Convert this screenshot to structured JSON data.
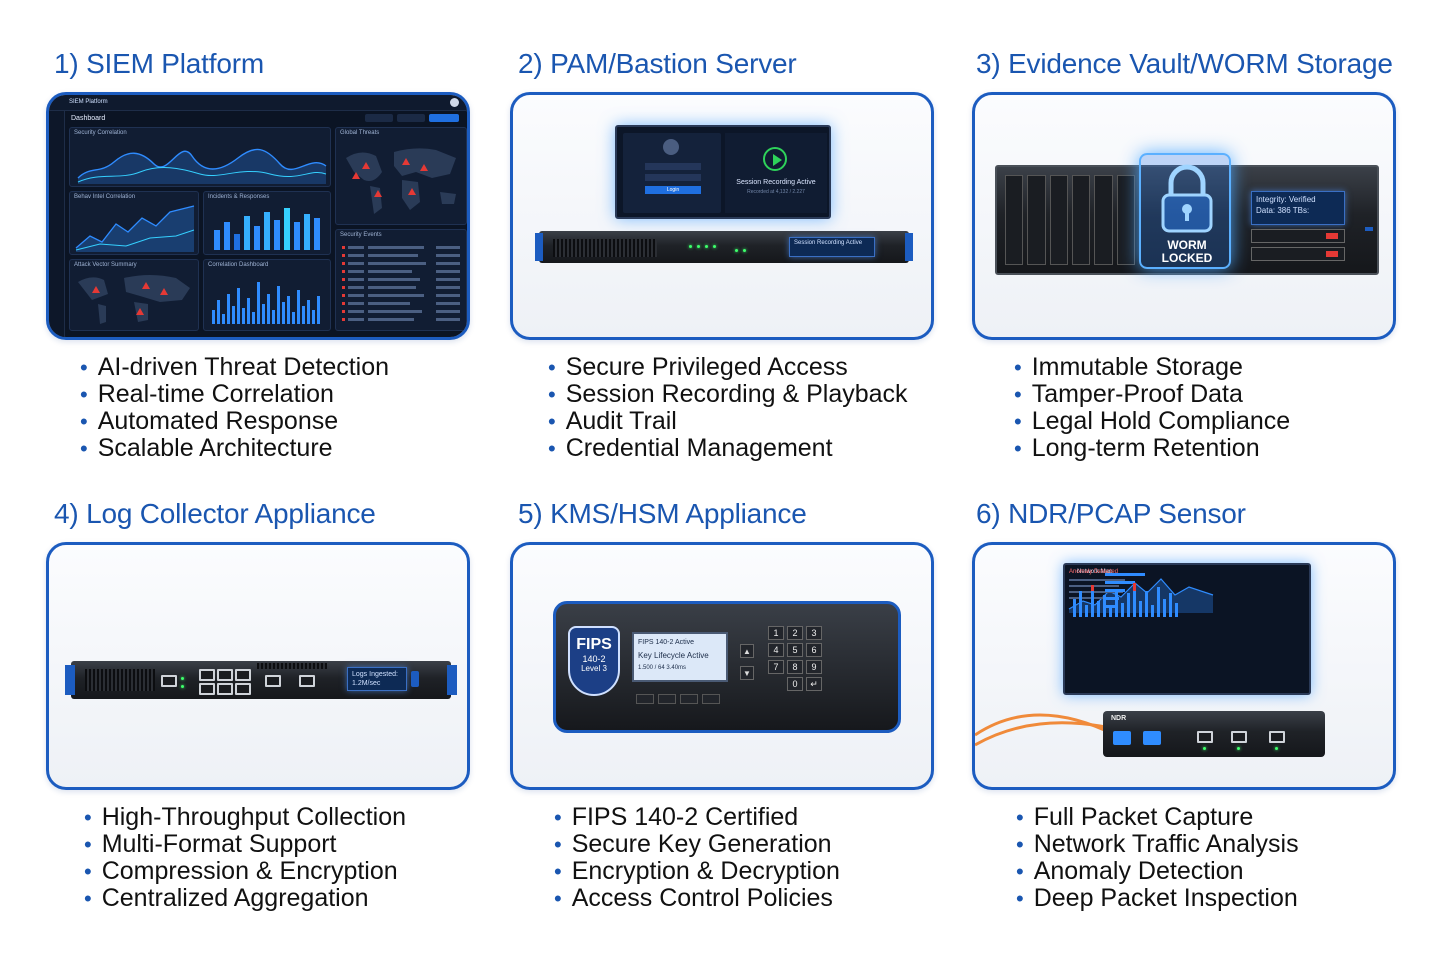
{
  "cards": [
    {
      "title": "1) SIEM Platform",
      "bullets": [
        "AI-driven Threat Detection",
        "Real-time Correlation",
        "Automated Response",
        "Scalable Architecture"
      ],
      "screen": {
        "app_name": "SIEM Platform",
        "page": "Dashboard",
        "panels": [
          "Security Correlation",
          "Global Threats",
          "Behav Intel Correlation",
          "Incidents & Responses",
          "Attack Vector Summary",
          "Correlation Dashboard",
          "Security Events"
        ]
      }
    },
    {
      "title": "2) PAM/Bastion Server",
      "bullets": [
        "Secure Privileged Access",
        "Session Recording & Playback",
        "Audit Trail",
        "Credential Management"
      ],
      "screen": {
        "session_label": "Session Recording Active",
        "session_sub": "Recorded at 4,132 / 2.227",
        "login_button": "Login",
        "lcd_text": "Session Recording Active"
      }
    },
    {
      "title": "3) Evidence Vault/WORM Storage",
      "bullets": [
        "Immutable Storage",
        "Tamper-Proof Data",
        "Legal Hold Compliance",
        "Long-term Retention"
      ],
      "screen": {
        "lock_label": "WORM LOCKED",
        "integrity_line1": "Integrity: Verified",
        "integrity_line2": "Data:   386 TBs:"
      }
    },
    {
      "title": "4) Log Collector Appliance",
      "bullets": [
        "High-Throughput Collection",
        "Multi-Format Support",
        "Compression & Encryption",
        "Centralized Aggregation"
      ],
      "screen": {
        "lcd_line1": "Logs Ingested:",
        "lcd_line2": "1.2M/sec"
      }
    },
    {
      "title": "5) KMS/HSM Appliance",
      "bullets": [
        "FIPS 140-2 Certified",
        "Secure Key Generation",
        "Encryption & Decryption",
        "Access Control Policies"
      ],
      "screen": {
        "badge_line1": "FIPS",
        "badge_line2": "140-2",
        "badge_line3": "Level 3",
        "lcd_line1": "FIPS 140-2 Active",
        "lcd_line2": "Key Lifecycle Active",
        "lcd_line3": "1.500 / 64 3.40ms",
        "keys": [
          "1",
          "2",
          "3",
          "4",
          "5",
          "6",
          "7",
          "8",
          "9",
          "0",
          "↵"
        ]
      }
    },
    {
      "title": "6) NDR/PCAP Sensor",
      "bullets": [
        "Full Packet Capture",
        "Network Traffic Analysis",
        "Anomaly Detection",
        "Deep Packet Inspection"
      ],
      "screen": {
        "app_title": "Network Map",
        "alert": "Anomaly Detected",
        "device_label": "NDR"
      }
    }
  ],
  "colors": {
    "accent": "#1a56b0",
    "frame": "#1c5cc0",
    "dark_panel": "#0b1424",
    "glow": "#4aa3ff",
    "alert": "#e53935"
  }
}
